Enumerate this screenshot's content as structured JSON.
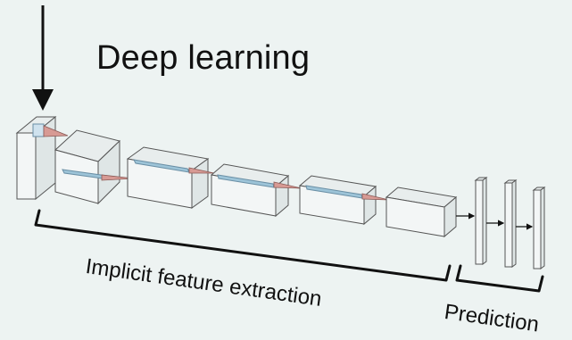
{
  "title": "Deep learning",
  "brackets": {
    "feature_label": "Implicit feature extraction",
    "prediction_label": "Prediction"
  },
  "colors": {
    "background": "#edf3f2",
    "box_fill": "#f3f6f6",
    "box_stroke": "#555555",
    "kernel_pink": "#d79a94",
    "feature_blue": "#9dc4d8",
    "ink": "#111111"
  },
  "icons": {
    "input_arrow": "down-arrow-icon",
    "connector_arrow": "right-arrow-icon"
  }
}
